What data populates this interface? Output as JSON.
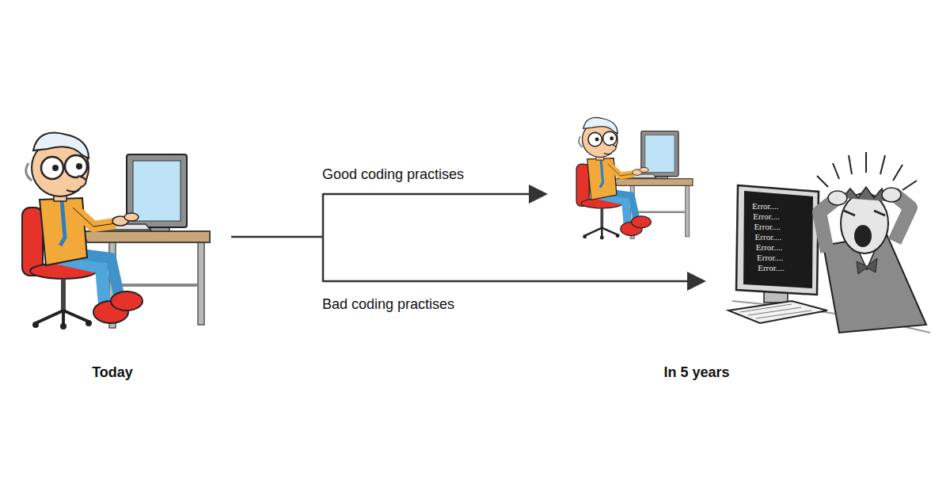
{
  "diagram": {
    "nodes": [
      {
        "text": [
          "Error....",
          "Error....",
          "Error....",
          "Error....",
          "Error....",
          "Error....",
          "Error...."
        ]
      }
    ],
    "labels": [
      "Good coding practises",
      "Bad coding practises",
      "Today",
      "In 5 years"
    ]
  }
}
